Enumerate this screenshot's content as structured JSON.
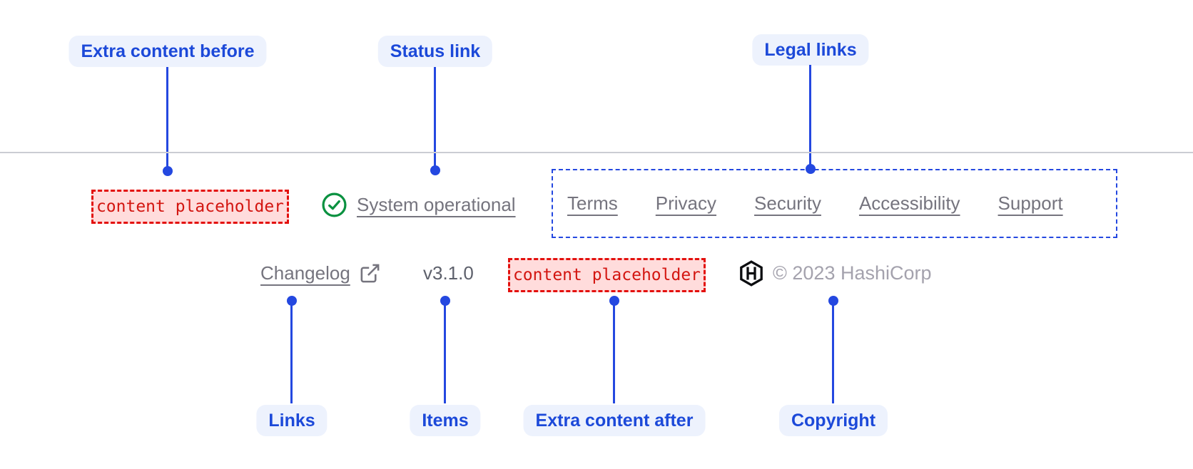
{
  "annotations": {
    "top": [
      {
        "label": "Extra content before"
      },
      {
        "label": "Status link"
      },
      {
        "label": "Legal links"
      }
    ],
    "bottom": [
      {
        "label": "Links"
      },
      {
        "label": "Items"
      },
      {
        "label": "Extra content after"
      },
      {
        "label": "Copyright"
      }
    ]
  },
  "footer": {
    "extra_content_before": "content placeholder",
    "status_link": "System operational",
    "legal_links": [
      "Terms",
      "Privacy",
      "Security",
      "Accessibility",
      "Support"
    ],
    "links": [
      {
        "label": "Changelog"
      }
    ],
    "version": "v3.1.0",
    "extra_content_after": "content placeholder",
    "copyright": "© 2023 HashiCorp"
  },
  "colors": {
    "accent_blue": "#2448e0",
    "label_blue": "#1c49d9",
    "label_pill_bg": "#edf2fd",
    "muted_text": "#75747e",
    "version_text": "#5d606b",
    "copyright_text": "#a4a2ad",
    "divider": "#cbccd3",
    "placeholder_text": "#d31510",
    "placeholder_border": "#e3100d",
    "placeholder_bg": "#ffdcdc",
    "status_green": "#0a9140",
    "logo_black": "#0c0d10"
  }
}
